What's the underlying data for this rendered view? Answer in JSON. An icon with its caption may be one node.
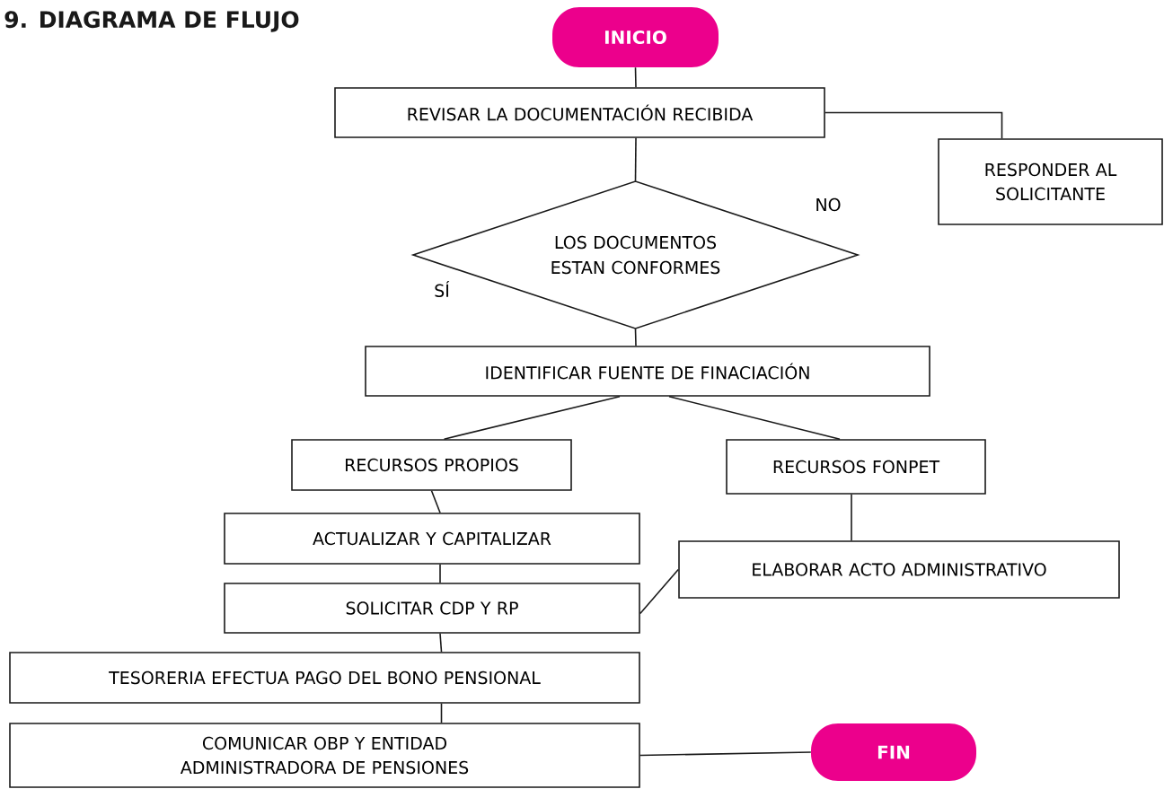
{
  "diagram": {
    "title": "9. DIAGRAMA DE FLUJO",
    "nodes": [
      {
        "text": [
          "INICIO"
        ]
      },
      {
        "text": [
          "REVISAR LA DOCUMENTACIÓN RECIBIDA"
        ]
      },
      {
        "text": [
          "RESPONDER AL SOLICITANTE"
        ]
      },
      {
        "text": [
          "LOS DOCUMENTOS ESTAN CONFORMES"
        ]
      },
      {
        "text": [
          "IDENTIFICAR FUENTE DE FINACIACIÓN"
        ]
      },
      {
        "text": [
          "RECURSOS PROPIOS"
        ]
      },
      {
        "text": [
          "RECURSOS FONPET"
        ]
      },
      {
        "text": [
          "ACTUALIZAR Y CAPITALIZAR"
        ]
      },
      {
        "text": [
          "ELABORAR ACTO ADMINISTRATIVO"
        ]
      },
      {
        "text": [
          "SOLICITAR CDP Y RP"
        ]
      },
      {
        "text": [
          "TESORERIA EFECTUA PAGO DEL BONO PENSIONAL"
        ]
      },
      {
        "text": [
          "COMUNICAR OBP Y ENTIDAD ADMINISTRADORA DE PENSIONES"
        ]
      },
      {
        "text": [
          "FIN"
        ]
      }
    ],
    "edges": [
      {
        "from": 0,
        "to": 1,
        "arrow": "none"
      },
      {
        "from": 1,
        "to": 2,
        "arrow": "none"
      },
      {
        "from": 1,
        "to": 3,
        "arrow": "none"
      },
      {
        "from": 3,
        "to": 4,
        "arrow": "none"
      },
      {
        "from": 4,
        "to": 5,
        "arrow": "none"
      },
      {
        "from": 4,
        "to": 6,
        "arrow": "none"
      },
      {
        "from": 5,
        "to": 7,
        "arrow": "none"
      },
      {
        "from": 7,
        "to": 9,
        "arrow": "none"
      },
      {
        "from": 6,
        "to": 8,
        "arrow": "none"
      },
      {
        "from": 8,
        "to": 9,
        "arrow": "none"
      },
      {
        "from": 9,
        "to": 10,
        "arrow": "none"
      },
      {
        "from": 10,
        "to": 11,
        "arrow": "none"
      },
      {
        "from": 11,
        "to": 12,
        "arrow": "none"
      }
    ],
    "labels": [
      "NO",
      "SÍ"
    ]
  }
}
